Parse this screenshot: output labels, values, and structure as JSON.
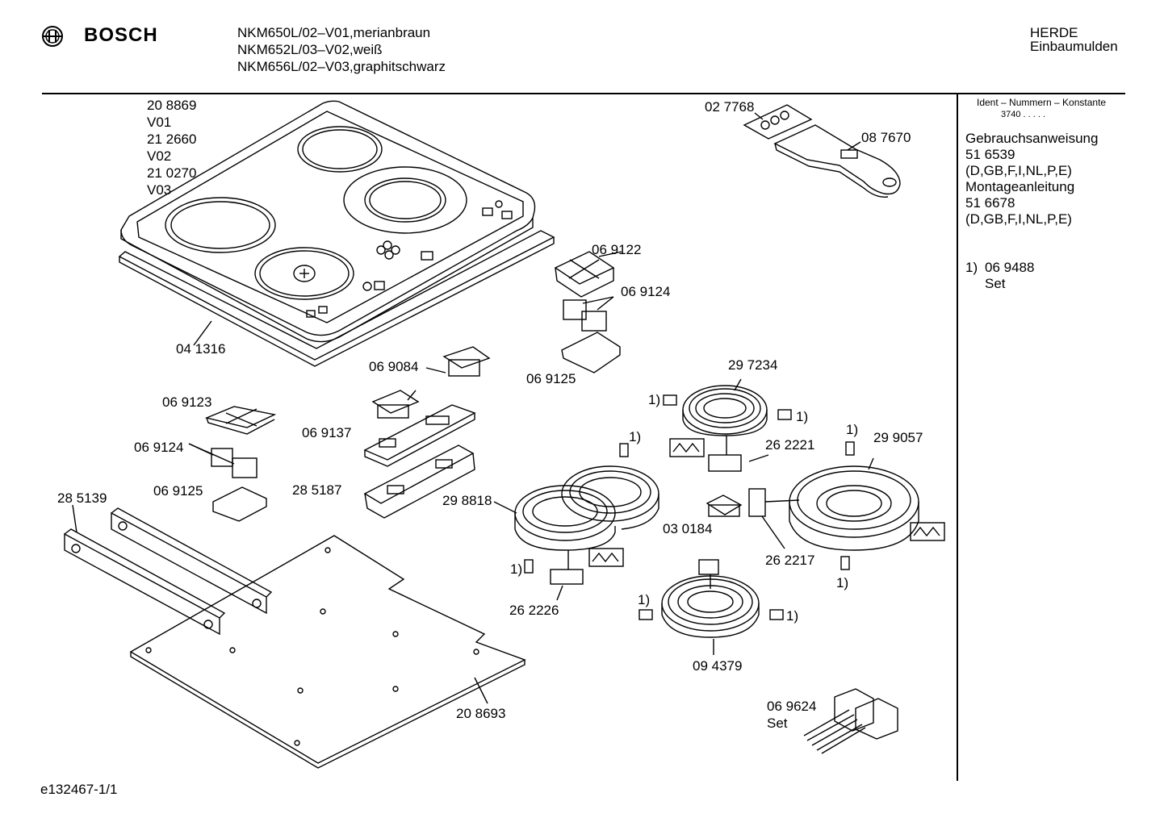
{
  "brand": {
    "name": "BOSCH"
  },
  "header": {
    "models": [
      "NKM650L/02–V01,merianbraun",
      "NKM652L/03–V02,weiß",
      "NKM656L/02–V03,graphitschwarz"
    ],
    "category": [
      "HERDE",
      "Einbaumulden"
    ]
  },
  "sidebar": {
    "ident_title": "Ident – Nummern – Konstante",
    "ident_value": "3740  .  .  .  .  .",
    "docs": [
      "Gebrauchsanweisung",
      "51 6539",
      "(D,GB,F,I,NL,P,E)",
      "Montageanleitung",
      "51 6678",
      "(D,GB,F,I,NL,P,E)"
    ],
    "footnote_num": "1)",
    "footnote_part": "06 9488",
    "footnote_set": "Set"
  },
  "parts": {
    "cooktop_codes": [
      "20 8869",
      "V01",
      "21 2660",
      "V02",
      "21 0270",
      "V03"
    ],
    "p041316": "04 1316",
    "p027768": "02 7768",
    "p087670": "08 7670",
    "p069122": "06 9122",
    "p069124a": "06 9124",
    "p069125a": "06 9125",
    "p069084": "06 9084",
    "p069123": "06 9123",
    "p069124b": "06 9124",
    "p069125b": "06 9125",
    "p069137": "06 9137",
    "p285187": "28 5187",
    "p285139": "28 5139",
    "p297234": "29 7234",
    "p262221": "26 2221",
    "p299057": "29 9057",
    "p298818": "29 8818",
    "p030184": "03 0184",
    "p262217": "26 2217",
    "p262226": "26 2226",
    "p094379": "09 4379",
    "p208693": "20 8693",
    "p069624": "06 9624",
    "p069624set": "Set",
    "note": "1)"
  },
  "footer": {
    "drawing_id": "e132467-1/1"
  }
}
